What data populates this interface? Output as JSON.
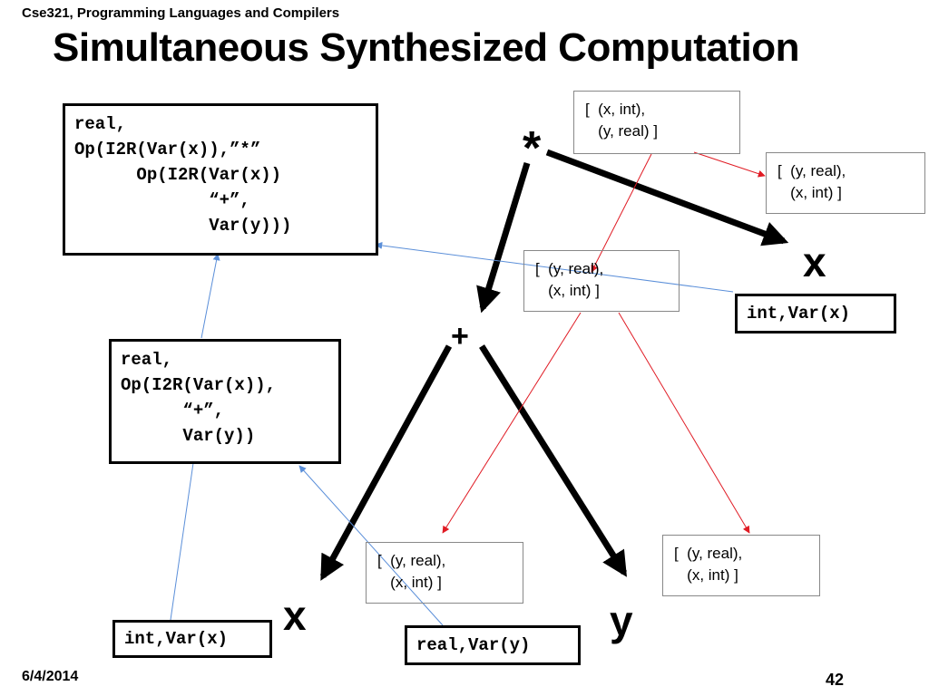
{
  "header": {
    "course": "Cse321, Programming Languages and Compilers",
    "title": "Simultaneous Synthesized Computation"
  },
  "footer": {
    "date": "6/4/2014",
    "page": "42"
  },
  "nodes": {
    "times": "*",
    "plus": "+",
    "x_top": "x",
    "x_bottom": "x",
    "y_bottom": "y"
  },
  "synth_boxes": {
    "root": [
      "real,",
      "Op(I2R(Var(x)),”*”",
      "      Op(I2R(Var(x))",
      "             “+”,",
      "             Var(y)))"
    ],
    "plus": [
      "real,",
      "Op(I2R(Var(x)),",
      "      “+”,",
      "      Var(y))"
    ],
    "x_top": "int,Var(x)",
    "x_bottom": "int,Var(x)",
    "y_bottom": "real,Var(y)"
  },
  "env_boxes": {
    "top": [
      "[  (x, int),",
      "   (y, real) ]"
    ],
    "right": [
      "[  (y, real),",
      "   (x, int) ]"
    ],
    "middle": [
      "[  (y, real),",
      "   (x, int) ]"
    ],
    "bottom_left": [
      "[  (y, real),",
      "   (x, int) ]"
    ],
    "bottom_right": [
      "[  (y, real),",
      "   (x, int) ]"
    ]
  }
}
